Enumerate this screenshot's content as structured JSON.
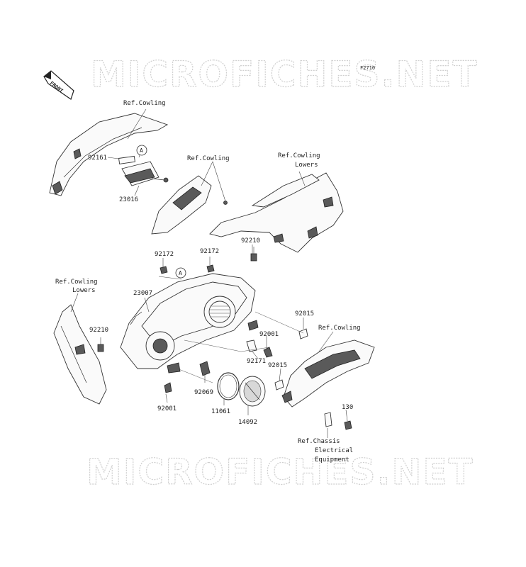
{
  "figure_code": "F2710",
  "watermark_top": "MICROFICHES.NET",
  "watermark_bottom": "MICROFICHES.NET",
  "front_arrow": "FRONT",
  "callout_A": "A",
  "labels": {
    "ref_cowling_top": "Ref.Cowling",
    "p92161": "92161",
    "p23016": "23016",
    "ref_cowling_mid": "Ref.Cowling",
    "ref_cowling_lowers_r1": "Ref.Cowling",
    "ref_cowling_lowers_r2": "Lowers",
    "p92210_upper": "92210",
    "p92172_left": "92172",
    "p92172_right": "92172",
    "ref_cowling_lowers_l1": "Ref.Cowling",
    "ref_cowling_lowers_l2": "Lowers",
    "p23007": "23007",
    "p92210_left": "92210",
    "p92015_upper": "92015",
    "ref_cowling_right": "Ref.Cowling",
    "p92001_right": "92001",
    "p92171": "92171",
    "p92015_lower": "92015",
    "p92069": "92069",
    "p92001_bottom": "92001",
    "p11061": "11061",
    "p14092": "14092",
    "p130": "130",
    "ref_chassis_1": "Ref.Chassis",
    "ref_chassis_2": "Electrical",
    "ref_chassis_3": "Equipment"
  }
}
